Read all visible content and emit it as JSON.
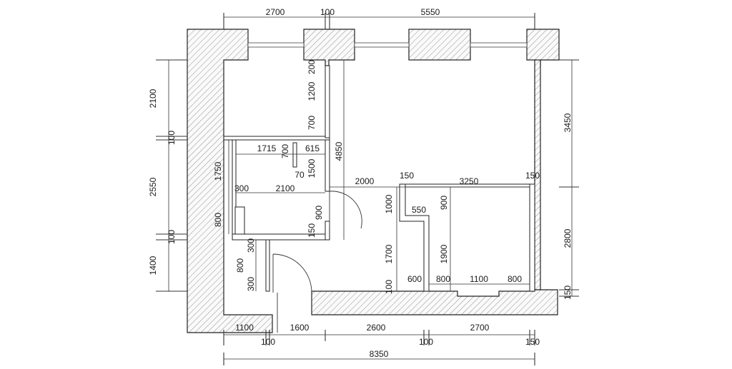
{
  "dimensions": {
    "top": [
      "2700",
      "100",
      "5550"
    ],
    "left": [
      "2100",
      "100",
      "2550",
      "100",
      "1400"
    ],
    "left_inner": [
      "1750"
    ],
    "right": [
      "3450",
      "2800",
      "150"
    ],
    "bottom_row1": [
      "1100",
      "1600",
      "2600",
      "2700"
    ],
    "bottom_row2": [
      "100",
      "100",
      "150"
    ],
    "bottom_total": "8350",
    "interior": {
      "d200": "200",
      "d1200": "1200",
      "d700a": "700",
      "d4850": "4850",
      "d1715": "1715",
      "d700b": "700",
      "d615": "615",
      "d1500": "1500",
      "d70": "70",
      "d300a": "300",
      "d2100": "2100",
      "d2000": "2000",
      "d150a": "150",
      "d3250": "3250",
      "d150b": "150",
      "d1000": "1000",
      "d550": "550",
      "d900a": "900",
      "d900b": "900",
      "d800a": "800",
      "d150c": "150",
      "d300b": "300",
      "d800b": "800",
      "d300c": "300",
      "d1700": "1700",
      "d1900": "1900",
      "d100": "100",
      "d600": "600",
      "d800c": "800",
      "d1100": "1100",
      "d800d": "800"
    }
  }
}
